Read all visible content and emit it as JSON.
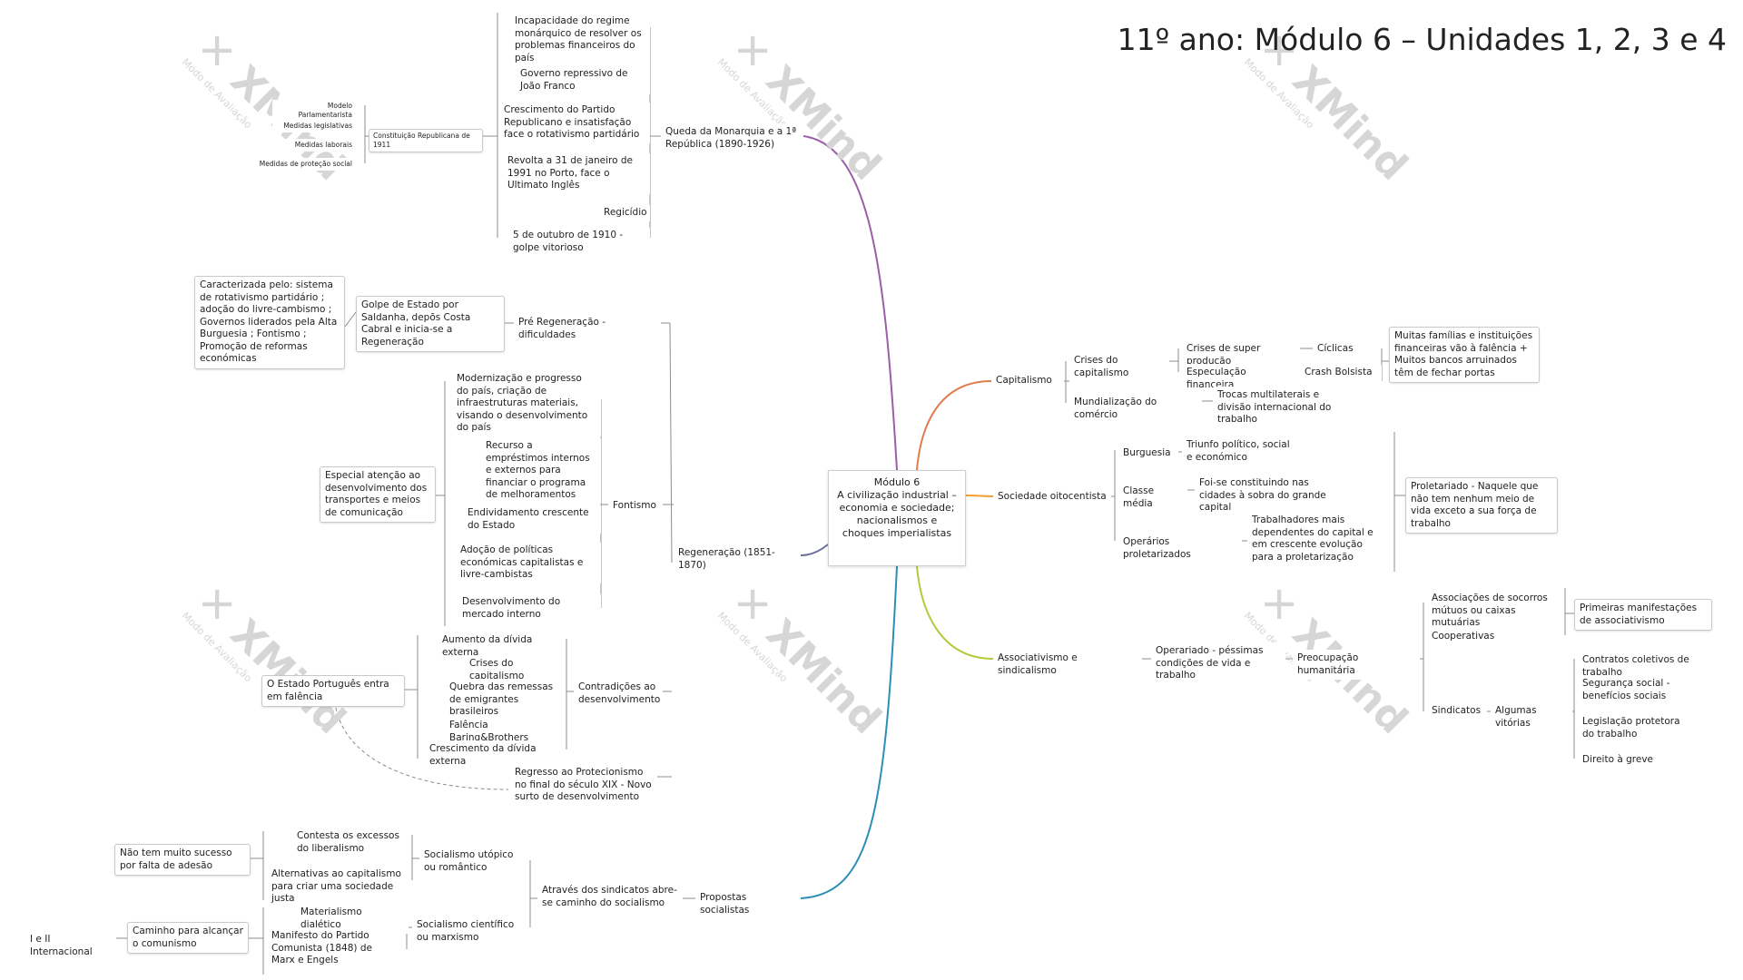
{
  "title": "11º ano: Módulo 6 – Unidades 1, 2, 3 e 4",
  "watermark": {
    "logo": "✕ XMind",
    "sub": "Modo de Avaliação"
  },
  "colors": {
    "monarquia": "#9b5fa8",
    "regeneracao": "#6f6f9f",
    "socialistas": "#2b8fb5",
    "capitalismo": "#e07b4c",
    "sociedade": "#f0a030",
    "associativismo": "#b6c93a",
    "line": "#8c8c8c"
  },
  "nodes": {
    "center": "Módulo 6\nA civilização industrial – economia e sociedade; nacionalismos e choques imperialistas",
    "queda": "Queda da Monarquia e a 1ª República (1890-1926)",
    "q1": "Incapacidade do regime monárquico de resolver os problemas financeiros do país",
    "q2": "Governo repressivo de João Franco",
    "q3": "Crescimento do Partido Republicano e insatisfação face o rotativismo partidário",
    "q4": "Revolta a 31 de janeiro de 1991 no Porto, face o Ultimato Inglês",
    "q5": "Regicídio",
    "q6": "5 de outubro de 1910 - golpe vitorioso",
    "constituicao": "Constituição Republicana de 1911",
    "c1": "Modelo Parlamentarista",
    "c2": "Medidas legislativas",
    "c3": "Medidas laborais",
    "c4": "Medidas de proteção social",
    "preRegen": "Pré Regeneração - dificuldades",
    "golpe": "Golpe de Estado por Saldanha, depõs Costa Cabral e inicia-se a Regeneração",
    "caracterizada": "Caracterizada pelo: sistema de rotativismo partidário ;  adoção do livre-cambismo ; Governos liderados pela Alta Burguesia ; Fontismo ; Promoção de reformas económicas",
    "regeneracao": "Regeneração (1851-1870)",
    "fontismo": "Fontismo",
    "f1": "Modernização e progresso do país, criação de infraestruturas materiais, visando o desenvolvimento do país",
    "f2": "Recurso a empréstimos internos e externos para financiar o programa de melhoramentos",
    "f3": "Endividamento crescente do Estado",
    "f4": "Adoção de políticas económicas capitalistas e livre-cambistas",
    "f5": "Desenvolvimento do mercado interno",
    "especial": "Especial atenção ao desenvolvimento dos transportes e meios de comunicação",
    "contradicoes": "Contradições ao desenvolvimento",
    "ct1": "Aumento da dívida externa",
    "ct2": "Crises do capitalismo",
    "ct3": "Quebra das remessas de emigrantes brasileiros",
    "ct4": "Falência Baring&Brothers",
    "ct5": "Crescimento da dívida externa",
    "falencia": "O Estado Português entra em falência",
    "regresso": "Regresso ao Protecionismo no final do século XIX - Novo surto de desenvolvimento",
    "propostas": "Propostas socialistas",
    "sindicatosCaminho": "Através dos sindicatos abre-se caminho do socialismo",
    "utopico": "Socialismo utópico ou romântico",
    "u1": "Contesta os excessos do liberalismo",
    "u2": "Alternativas ao capitalismo para criar uma sociedade justa",
    "naoTem": "Não tem muito sucesso por falta de adesão",
    "cientifico": "Socialismo científico ou marxismo",
    "m1": "Materialismo dialético",
    "m2": "Manifesto do Partido Comunista (1848) de Marx e Engels",
    "caminho": "Caminho para alcançar o comunismo",
    "internacional": "I e II Internacional",
    "capitalismo": "Capitalismo",
    "crises": "Crises do capitalismo",
    "superProd": "Crises de super produção",
    "ciclicas": "Cíclicas",
    "especulacao": "Especulação financeira",
    "crash": "Crash Bolsista",
    "familias": "Muitas famílias e instituições financeiras vão à falência + Muitos bancos arruinados têm de fechar portas",
    "mundializacao": "Mundialização do comércio",
    "trocas": "Trocas multilaterais e divisão internacional do trabalho",
    "sociedade": "Sociedade oitocentista",
    "burguesia": "Burguesia",
    "triunfo": "Triunfo político, social e económico",
    "classeMedia": "Classe média",
    "sombra": "Foi-se constituindo nas cidades à sobra do grande capital",
    "operarios": "Operários proletarizados",
    "trabalhadores": "Trabalhadores mais dependentes do capital e em crescente evolução para a proletarização",
    "proletariado": "Proletariado - Naquele que não tem nenhum meio de vida exceto a sua força de trabalho",
    "associativismo": "Associativismo e sindicalismo",
    "operariado": "Operariado - péssimas condições de vida e trabalho",
    "preocupacao": "Preocupação humanitária",
    "socorros": "Associações de socorros mútuos ou caixas mutuárias",
    "cooperativas": "Cooperativas",
    "primeiras": "Primeiras manifestações de associativismo",
    "sindicatos": "Sindicatos",
    "vitorias": "Algumas vitórias",
    "v1": "Contratos coletivos de trabalho",
    "v2": "Segurança social - benefícios sociais",
    "v3": "Legislação protetora do trabalho",
    "v4": "Direito à greve"
  }
}
